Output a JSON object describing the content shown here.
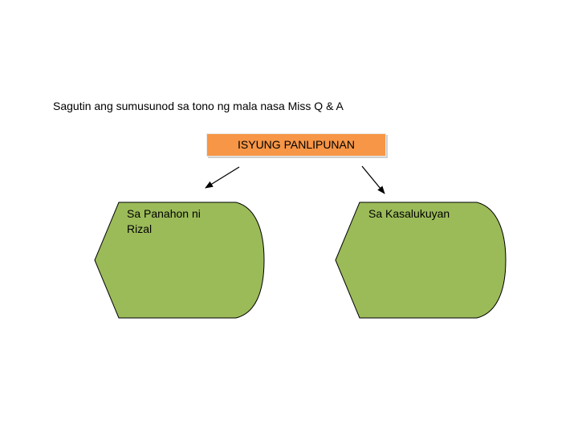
{
  "instruction": "Sagutin ang sumusunod sa tono ng mala nasa Miss Q & A",
  "title": "ISYUNG PANLIPUNAN",
  "left_shape": {
    "line1": "Sa Panahon ni",
    "line2": "Rizal"
  },
  "right_shape": {
    "line1": "Sa Kasalukuyan"
  },
  "colors": {
    "title_fill": "#f79646",
    "shape_fill": "#9bbb59",
    "shape_stroke": "#000000"
  }
}
